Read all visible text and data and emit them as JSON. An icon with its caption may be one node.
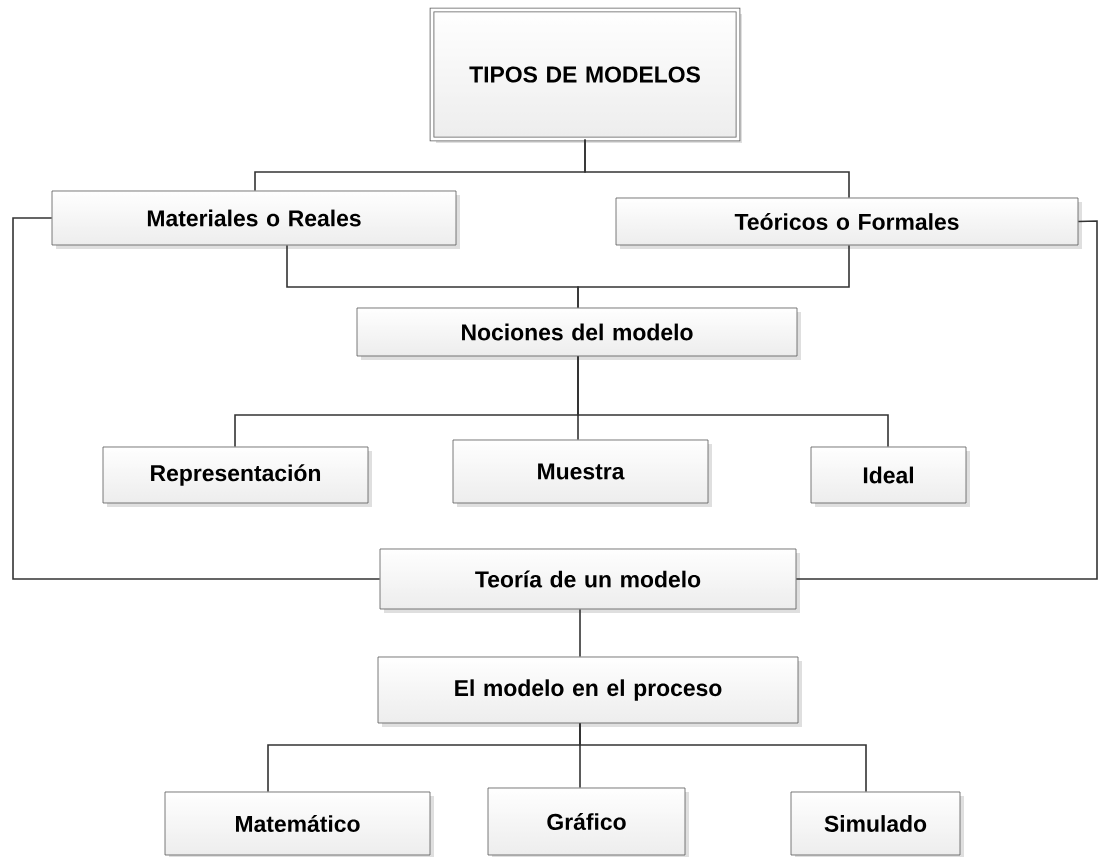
{
  "diagram": {
    "nodes": [
      {
        "text": [
          "TIPOS DE MODELOS"
        ]
      },
      {
        "text": [
          "Materiales o Reales"
        ]
      },
      {
        "text": [
          "Teóricos  o Formales"
        ]
      },
      {
        "text": [
          "Nociones del modelo"
        ]
      },
      {
        "text": [
          "Representación"
        ]
      },
      {
        "text": [
          "Muestra"
        ]
      },
      {
        "text": [
          "Ideal"
        ]
      },
      {
        "text": [
          "Teoría de un modelo"
        ]
      },
      {
        "text": [
          "El modelo en el proceso"
        ]
      },
      {
        "text": [
          "Matemático"
        ]
      },
      {
        "text": [
          "Gráfico"
        ]
      },
      {
        "text": [
          "Simulado"
        ]
      }
    ],
    "edges": [
      {
        "from": 0,
        "to": 1,
        "arrow": "none"
      },
      {
        "from": 0,
        "to": 2,
        "arrow": "none"
      },
      {
        "from": 1,
        "to": 3,
        "arrow": "none"
      },
      {
        "from": 2,
        "to": 3,
        "arrow": "none"
      },
      {
        "from": 3,
        "to": 4,
        "arrow": "none"
      },
      {
        "from": 3,
        "to": 5,
        "arrow": "none"
      },
      {
        "from": 3,
        "to": 6,
        "arrow": "none"
      },
      {
        "from": 1,
        "to": 7,
        "arrow": "none"
      },
      {
        "from": 2,
        "to": 7,
        "arrow": "none"
      },
      {
        "from": 7,
        "to": 8,
        "arrow": "none"
      },
      {
        "from": 8,
        "to": 9,
        "arrow": "none"
      },
      {
        "from": 8,
        "to": 10,
        "arrow": "none"
      },
      {
        "from": 8,
        "to": 11,
        "arrow": "none"
      }
    ]
  }
}
